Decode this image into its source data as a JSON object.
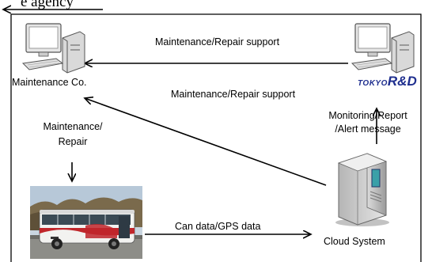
{
  "top_fragment": "e agency",
  "nodes": {
    "maintenance_co": {
      "label": "Maintenance Co.",
      "icon": "desktop-computer-icon"
    },
    "tokyo_rd": {
      "label_prefix": "TOKYO",
      "label_main": "R&D",
      "icon": "desktop-computer-icon",
      "brand_color": "#1f2f8f"
    },
    "bus": {
      "icon": "bus-photo"
    },
    "cloud": {
      "label": "Cloud System",
      "icon": "server-tower-icon"
    }
  },
  "edges": {
    "support_top": "Maintenance/Repair support",
    "support_diag": "Maintenance/Repair support",
    "maint_repair_line1": "Maintenance/",
    "maint_repair_line2": "Repair",
    "monitoring_line1": "Monitoring/Report",
    "monitoring_line2": "/Alert message",
    "can_gps": "Can data/GPS data"
  }
}
